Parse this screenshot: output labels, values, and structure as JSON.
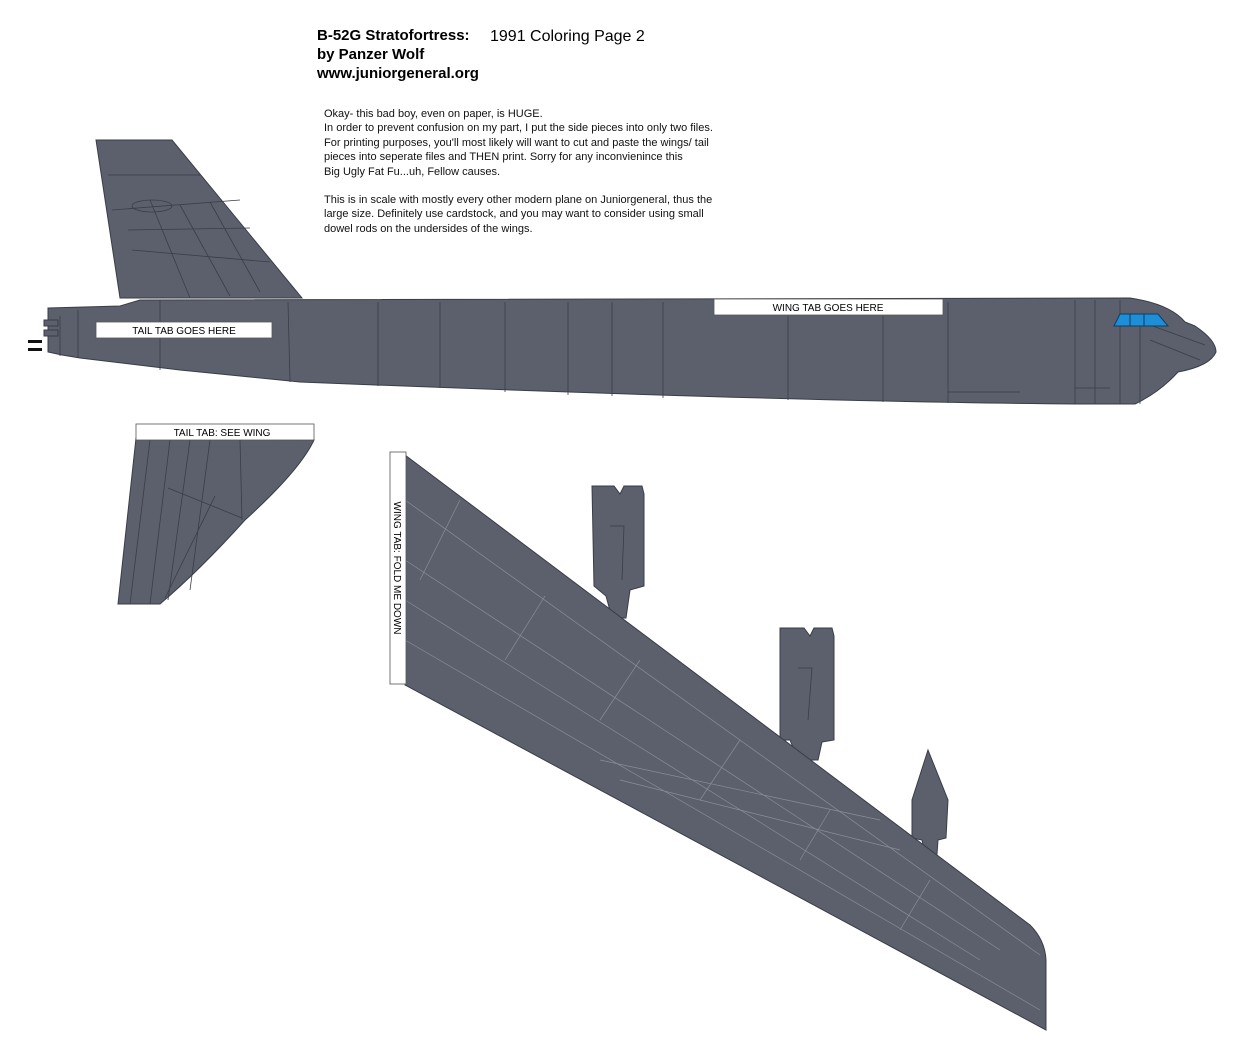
{
  "header": {
    "title": "B-52G Stratofortress:",
    "author": "by Panzer Wolf",
    "website": "www.juniorgeneral.org",
    "page_title": "1991 Coloring Page 2"
  },
  "notes": {
    "paragraph1": "Okay- this bad boy, even on paper, is HUGE.\nIn order to prevent confusion on my part, I put the side pieces into only two files.\nFor printing purposes, you'll most likely will want to cut and paste the wings/ tail\npieces into seperate files and THEN print. Sorry for any inconvienince this\nBig Ugly Fat Fu...uh, Fellow causes.",
    "paragraph2": "This is in scale with mostly every other modern plane on Juniorgeneral, thus the\nlarge size. Definitely use cardstock, and you may want to consider using small\ndowel rods on the undersides of the wings."
  },
  "tabs": {
    "tail_tab": "TAIL TAB GOES HERE",
    "wing_tab": "WING TAB GOES HERE",
    "tail_tab_see_wing": "TAIL TAB: SEE WING",
    "wing_tab_fold": "WING TAB: FOLD ME DOWN"
  },
  "colors": {
    "aircraft_gray": "#5c606c",
    "panel_lines": "#3a3d47",
    "canopy_blue": "#1e8fd6"
  }
}
